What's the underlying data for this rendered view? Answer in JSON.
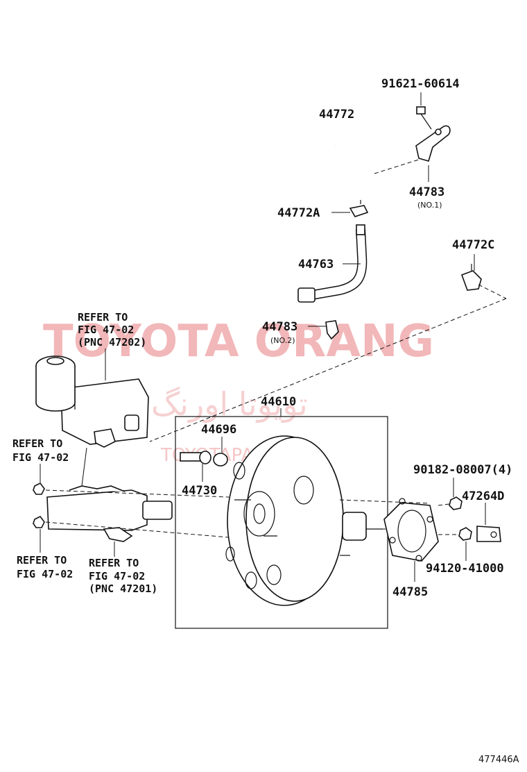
{
  "watermark": {
    "brand": "TOYOTA ORANG",
    "brand_fa": "تویوتا اورنگ",
    "site": "TOYOTAPART.IR"
  },
  "figure_code": "477446A",
  "labels": {
    "p91621": "91621-60614",
    "p44772": "44772",
    "p44783_1": "44783",
    "p44783_1_sub": "(NO.1)",
    "p44772A": "44772A",
    "p44772C": "44772C",
    "p44763": "44763",
    "p44783_2": "44783",
    "p44783_2_sub": "(NO.2)",
    "p44610": "44610",
    "p44696": "44696",
    "p44730": "44730",
    "p90182": "90182-08007(4)",
    "p47264D": "47264D",
    "p94120": "94120-41000",
    "p44785": "44785"
  },
  "refer_notes": {
    "reservoir": {
      "line1": "REFER TO",
      "line2": "FIG 47-02",
      "line3": "(PNC 47202)"
    },
    "upper_left": {
      "line1": "REFER TO",
      "line2": "FIG 47-02"
    },
    "lower_left": {
      "line1": "REFER TO",
      "line2": "FIG 47-02"
    },
    "master_cyl": {
      "line1": "REFER TO",
      "line2": "FIG 47-02",
      "line3": "(PNC 47201)"
    }
  }
}
